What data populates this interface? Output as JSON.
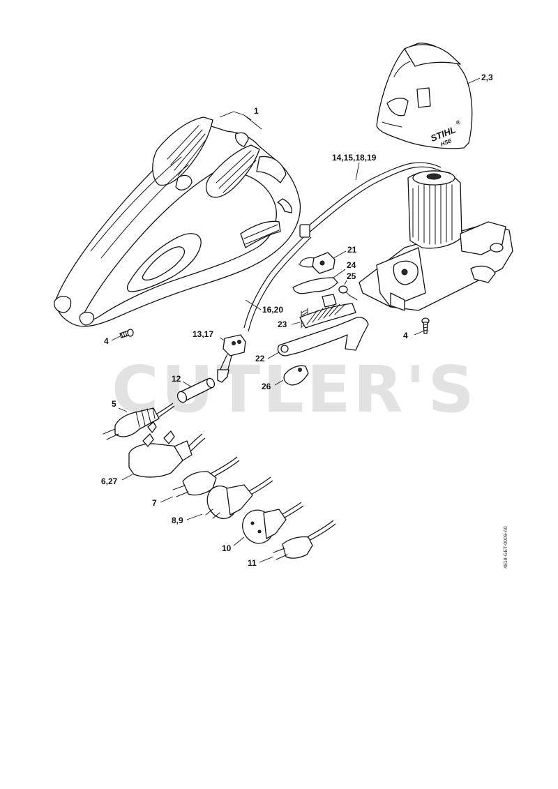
{
  "watermark": "CUTLER'S",
  "drawing_reference": "4818-GET-0009-A0",
  "housing_logo": {
    "brand": "STIHL",
    "registered_mark": "®",
    "model": "HSE"
  },
  "callouts": [
    {
      "id": "c1",
      "label": "1"
    },
    {
      "id": "c2",
      "label": "2,3"
    },
    {
      "id": "c3",
      "label": "14,15,18,19"
    },
    {
      "id": "c4",
      "label": "21"
    },
    {
      "id": "c5",
      "label": "24"
    },
    {
      "id": "c6",
      "label": "25"
    },
    {
      "id": "c7",
      "label": "16,20"
    },
    {
      "id": "c8",
      "label": "23"
    },
    {
      "id": "c9",
      "label": "4"
    },
    {
      "id": "c10",
      "label": "13,17"
    },
    {
      "id": "c11",
      "label": "4"
    },
    {
      "id": "c12",
      "label": "22"
    },
    {
      "id": "c13",
      "label": "12"
    },
    {
      "id": "c14",
      "label": "26"
    },
    {
      "id": "c15",
      "label": "5"
    },
    {
      "id": "c16",
      "label": "6,27"
    },
    {
      "id": "c17",
      "label": "7"
    },
    {
      "id": "c18",
      "label": "8,9"
    },
    {
      "id": "c19",
      "label": "10"
    },
    {
      "id": "c20",
      "label": "11"
    }
  ]
}
